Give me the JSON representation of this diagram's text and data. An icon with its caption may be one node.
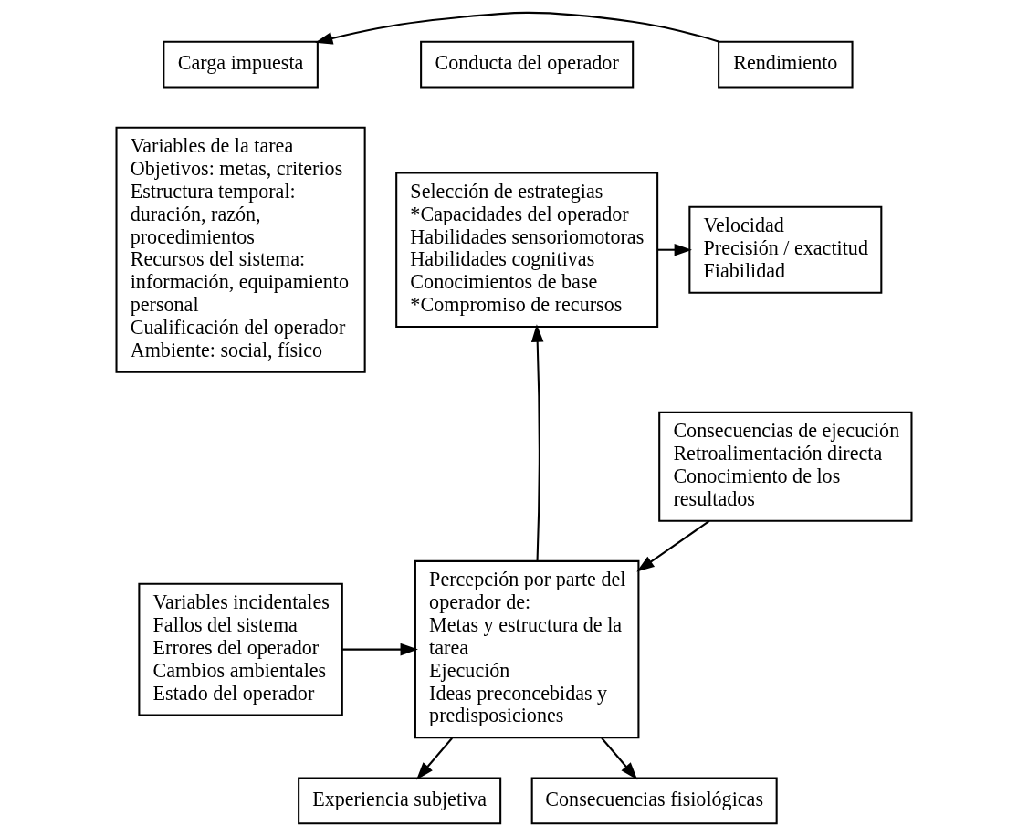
{
  "diagram": {
    "nodes": [
      {
        "text": [
          "Carga impuesta"
        ]
      },
      {
        "text": [
          "Conducta del operador"
        ]
      },
      {
        "text": [
          "Rendimiento"
        ]
      },
      {
        "text": [
          "Variables de la tarea",
          "Objetivos: metas, criterios",
          "Estructura temporal: duración, razón, procedimientos",
          "Recursos del sistema: información, equipamiento personal",
          "Cualificación del operador",
          "Ambiente: social, físico"
        ]
      },
      {
        "text": [
          "Selección de estrategias",
          "*Capacidades del operador",
          "Habilidades sensoriomotoras",
          "Habilidades cognitivas",
          "Conocimientos de base",
          "*Compromiso de recursos"
        ]
      },
      {
        "text": [
          "Velocidad",
          "Precisión / exactitud",
          "Fiabilidad"
        ]
      },
      {
        "text": [
          "Consecuencias de ejecución",
          "Retroalimentación directa",
          "Conocimiento de los resultados"
        ]
      },
      {
        "text": [
          "Percepción por parte del operador de:",
          "Metas y estructura de la tarea",
          "Ejecución",
          "Ideas preconcebidas y predisposiciones"
        ]
      },
      {
        "text": [
          "Variables incidentales",
          "Fallos del sistema",
          "Errores del operador",
          "Cambios ambientales",
          "Estado del operador"
        ]
      },
      {
        "text": [
          "Experiencia subjetiva"
        ]
      },
      {
        "text": [
          "Consecuencias fisiológicas"
        ]
      }
    ],
    "edges": [
      {
        "from": 2,
        "to": 0,
        "arrow": "to"
      },
      {
        "from": 4,
        "to": 5,
        "arrow": "to"
      },
      {
        "from": 6,
        "to": 7,
        "arrow": "to"
      },
      {
        "from": 7,
        "to": 4,
        "arrow": "to"
      },
      {
        "from": 8,
        "to": 7,
        "arrow": "to"
      },
      {
        "from": 7,
        "to": 9,
        "arrow": "to"
      },
      {
        "from": 7,
        "to": 10,
        "arrow": "to"
      }
    ]
  }
}
